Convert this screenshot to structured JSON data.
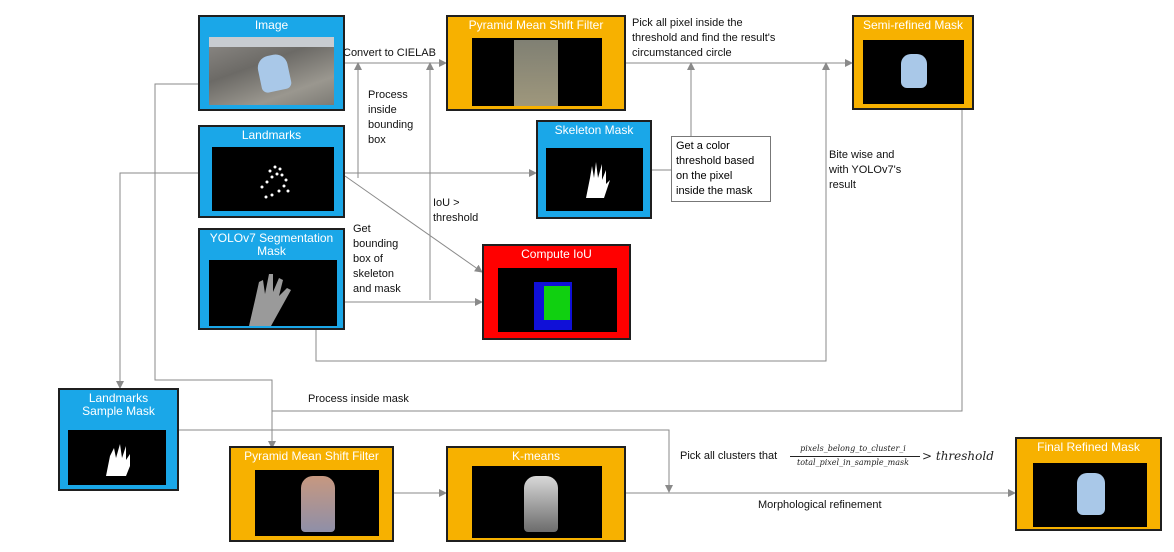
{
  "nodes": {
    "image": "Image",
    "landmarks": "Landmarks",
    "yolo_mask": "YOLOv7 Segmentation\nMask",
    "pmsf_top": "Pyramid Mean Shift Filter",
    "skeleton_mask": "Skeleton Mask",
    "compute_iou": "Compute IoU",
    "semi_refined": "Semi-refined Mask",
    "landmarks_sample": "Landmarks\nSample Mask",
    "pmsf_bottom": "Pyramid Mean Shift Filter",
    "kmeans": "K-means",
    "final_refined": "Final Refined Mask"
  },
  "edge_labels": {
    "convert": "Convert to CIELAB",
    "process_bbox": "Process\ninside\nbounding\nbox",
    "pick_all_pixel": "Pick all pixel inside the\nthreshold and find the result's\ncircumstanced circle",
    "color_threshold": "Get a color\nthreshold based\non the pixel\ninside the mask",
    "bitwise": "Bite wise and\nwith YOLOv7's\nresult",
    "iou_threshold": "IoU >\nthreshold",
    "get_bbox": "Get\nbounding\nbox of\nskeleton\nand mask",
    "process_mask": "Process inside mask",
    "pick_clusters": "Pick all clusters that",
    "morph": "Morphological refinement"
  },
  "formula": {
    "numerator": "pixels_belong_to_cluster_i",
    "denominator": "total_pixel_in_sample_mask",
    "relation": "> threshold"
  },
  "colors": {
    "blue_node": "#1aa7e8",
    "orange_node": "#f7b100",
    "red_node": "#ff0000",
    "iou_blue": "#1010d8",
    "iou_green": "#10d010"
  }
}
